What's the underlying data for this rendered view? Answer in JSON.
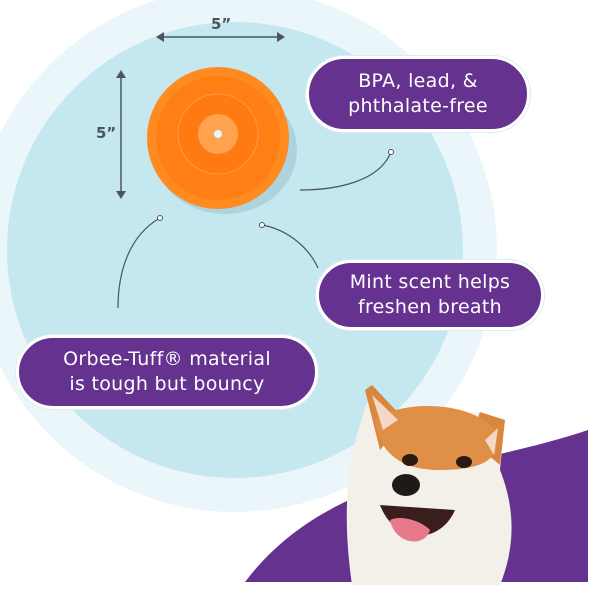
{
  "dimensions": {
    "width_label": "5”",
    "height_label": "5”"
  },
  "callouts": [
    {
      "line1": "BPA, lead, &",
      "line2": "phthalate-free"
    },
    {
      "line1": "Mint scent helps",
      "line2": "freshen breath"
    },
    {
      "line1": "Orbee-Tuff® material",
      "line2": "is tough but bouncy"
    }
  ],
  "colors": {
    "purple": "#66328f",
    "circle": "#c5e7ef",
    "outer_circle": "#eaf6f9",
    "orange": "#ff7a14"
  }
}
